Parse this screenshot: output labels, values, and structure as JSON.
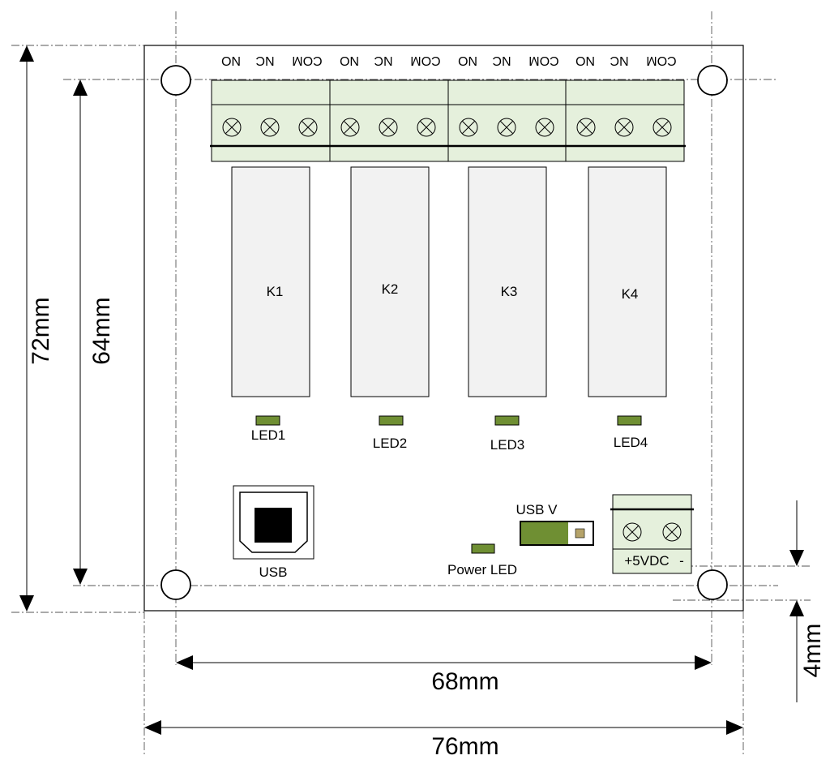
{
  "dimensions": {
    "overall_height": "72mm",
    "hole_height": "64mm",
    "hole_width": "68mm",
    "overall_width": "76mm",
    "edge_offset": "4mm"
  },
  "terminals": {
    "com": "COM",
    "nc": "NC",
    "no": "NO"
  },
  "relays": [
    "K1",
    "K2",
    "K3",
    "K4"
  ],
  "leds": [
    "LED1",
    "LED2",
    "LED3",
    "LED4"
  ],
  "usb_label": "USB",
  "power_led_label": "Power LED",
  "usbv_label": "USB V",
  "power_terminal_label": "+5VDC",
  "power_terminal_minus": "-",
  "colors": {
    "terminal_fill": "#e5f0dc",
    "led_fill": "#6f8f33",
    "relay_fill": "#f2f2f2",
    "jumper_pin": "#b5a36a"
  }
}
